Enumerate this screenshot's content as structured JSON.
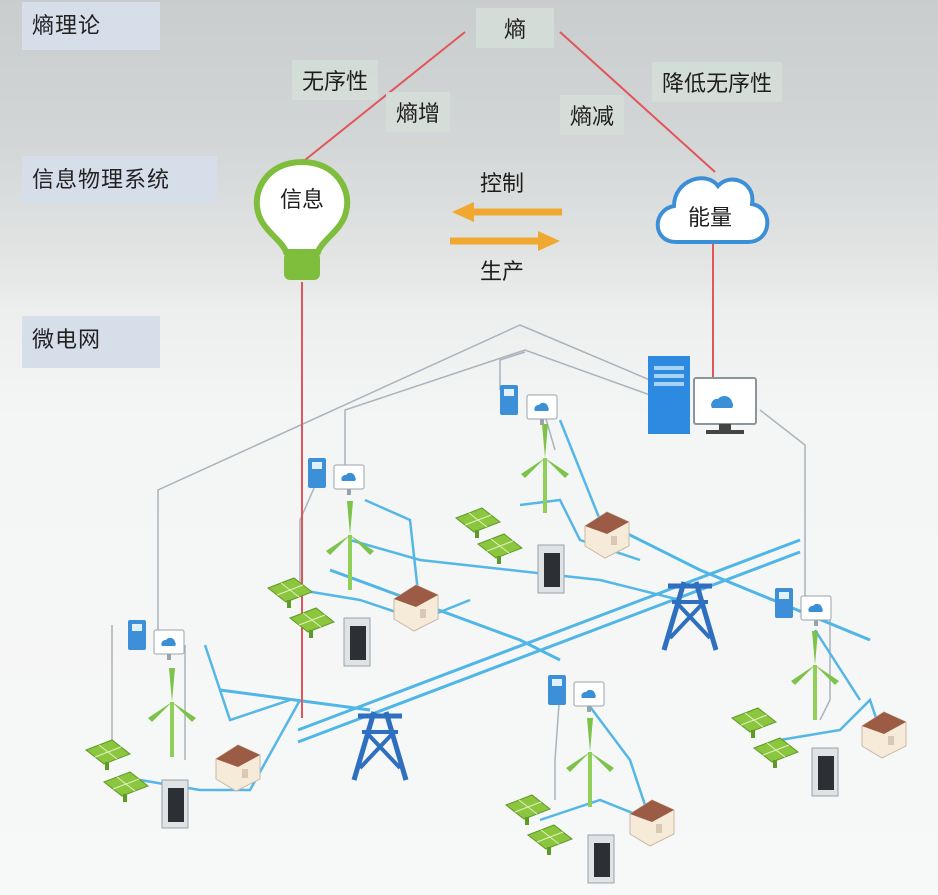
{
  "layers": {
    "entropy_theory": "熵理论",
    "cps": "信息物理系统",
    "microgrid": "微电网"
  },
  "top": {
    "entropy": "熵",
    "disorder": "无序性",
    "entropy_increase": "熵增",
    "entropy_decrease": "熵减",
    "reduce_disorder": "降低无序性"
  },
  "middle": {
    "information": "信息",
    "energy": "能量",
    "control": "控制",
    "production": "生产"
  },
  "colors": {
    "red_line": "#e0565b",
    "bulb_green": "#7fbe3c",
    "cloud_blue": "#3b8fd6",
    "arrow_orange": "#f0a830",
    "grid_blue": "#4fb6e6",
    "tower_blue": "#2f6fc0"
  },
  "icons": [
    "lightbulb-icon",
    "cloud-icon",
    "server-icon",
    "monitor-icon",
    "wind-turbine-icon",
    "solar-panel-icon",
    "battery-cabinet-icon",
    "house-icon",
    "transmission-tower-icon"
  ]
}
